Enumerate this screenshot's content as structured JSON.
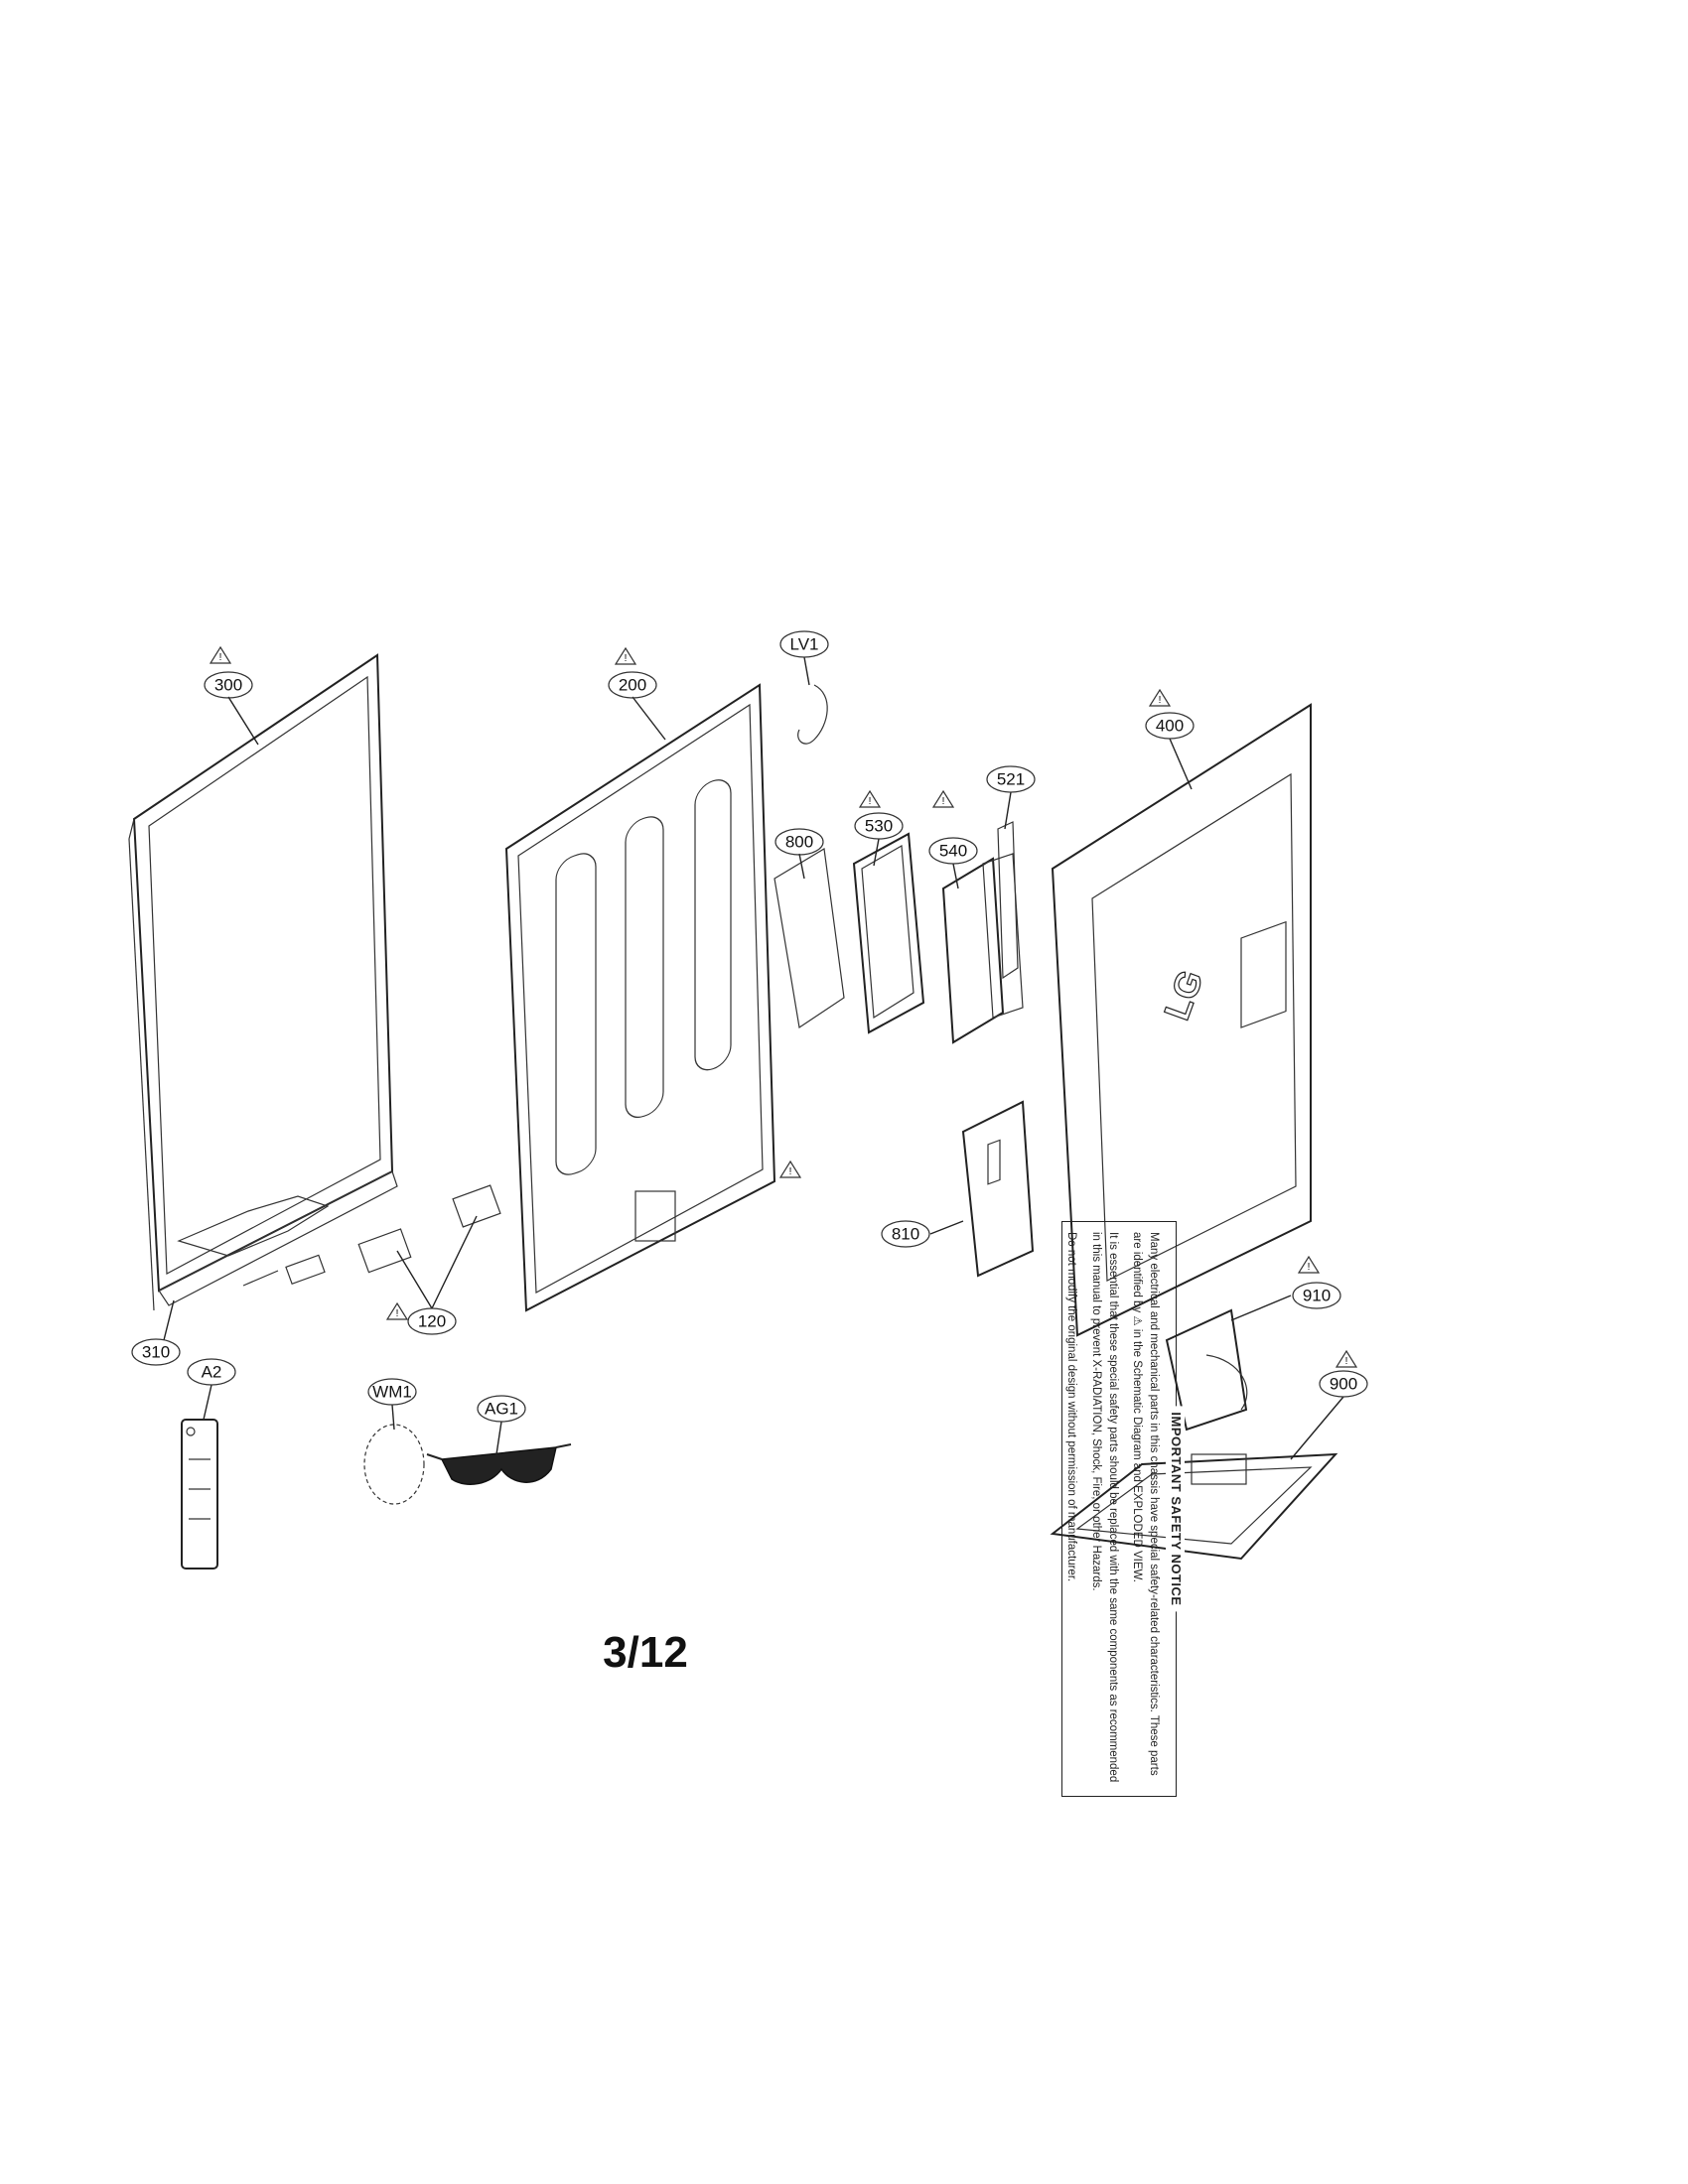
{
  "callouts": {
    "c300": "300",
    "c200": "200",
    "cLV1": "LV1",
    "c400": "400",
    "c800": "800",
    "c530": "530",
    "c540": "540",
    "c521": "521",
    "c810": "810",
    "c120": "120",
    "c310": "310",
    "cA2": "A2",
    "cWM1": "WM1",
    "cAG1": "AG1",
    "c910": "910",
    "c900": "900"
  },
  "page_number": "3/12",
  "safety_notice": {
    "title": "IMPORTANT SAFETY NOTICE",
    "line1": "Many electrical and mechanical parts in this chassis have special safety-related characteristics. These parts are identified by ⚠ in the Schematic Diagram and EXPLODED VIEW.",
    "line2": "It is essential that these special safety parts should be replaced with the same components as recommended in this manual to prevent X-RADIATION, Shock, Fire, or other Hazards.",
    "line3": "Do not modify the original design without permission of manufacturer."
  }
}
